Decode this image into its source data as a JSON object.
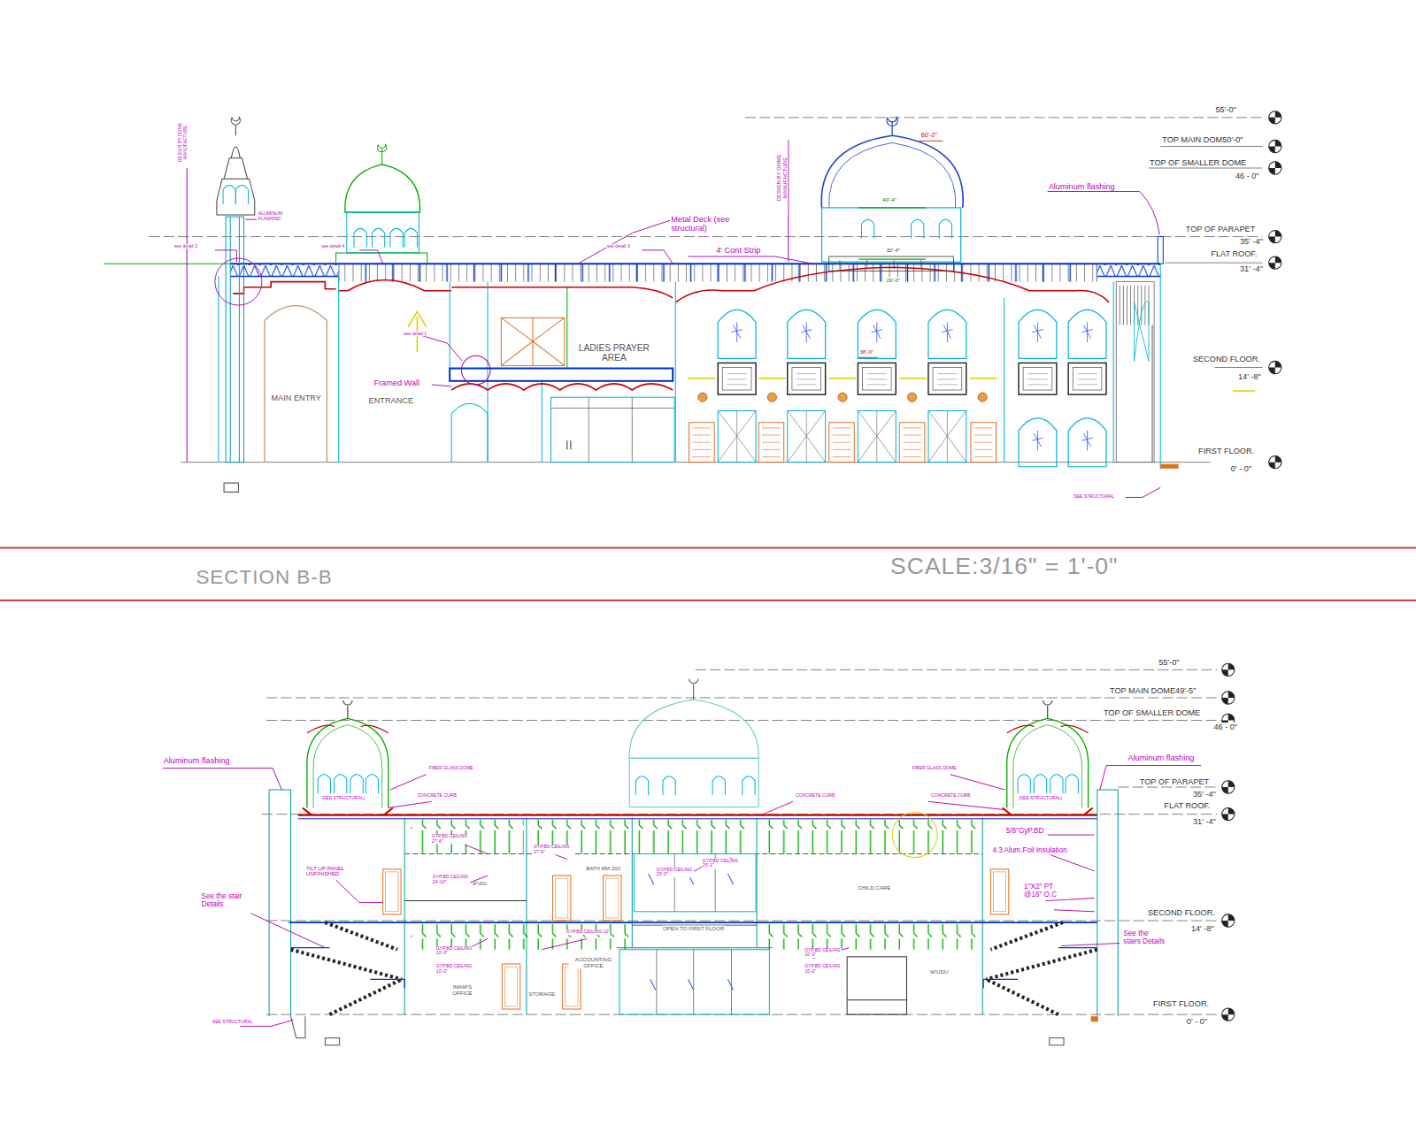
{
  "diagram": {
    "title": "SECTION B-B",
    "caption": "SCALE:3/16\" = 1'-0\"",
    "labels": [
      "55'-0\"",
      "TOP MAIN DOM50'-0\"",
      "TOP OF SMALLER DOME",
      "46 - 0\"",
      "TOP OF PARAPET",
      "35' -4\"",
      "FLAT ROOF.",
      "31' -4\"",
      "SECOND FLOOR.",
      "14' -8\"",
      "FIRST FLOOR.",
      "0' - 0\"",
      "Aluminum flashing",
      "Metal Deck (see structural)",
      "4' Cont Strip",
      "DESIGN BY DOME MANUFACTURE",
      "DESIGN BY DOME MANUFACTURE",
      "ALUMINUM FLASHING",
      "see detail 2",
      "see detail 4",
      "see detail 3",
      "see detail 1",
      "Framed Wall",
      "LADIES PRAYER AREA",
      "MAIN ENTRY",
      "ENTRANCE",
      "60'-0\"",
      "40'-4\"",
      "32'-4\"",
      "29'-0\"",
      "38'-0\"",
      "SEE STRUCTURAL",
      "55'-0\"",
      "TOP MAIN DOME49'-5\"",
      "TOP OF SMALLER DOME",
      "46 - 0\"",
      "TOP OF PARAPET",
      "35' -4\"",
      "FLAT ROOF.",
      "31' -4\"",
      "SECOND FLOOR.",
      "14' -8\"",
      "FIRST FLOOR.",
      "0' - 0\"",
      "Aluminum flashing",
      "Aluminum flashing",
      "FIBER GLASS DOME",
      "FIBER GLASS DOME",
      "(SEE STRUCTURAL)",
      "CONCRETE CURB",
      "CONCRETE CURB",
      "CONCRETE CURB",
      "(SEE STRUCTURAL)",
      "5/8\"GyP.BD",
      "4.3 Alum.Foil Insulation",
      "1\"X2\" PT @16\" O.C",
      "TILT UP PANEL UNFINISHED",
      "See the stair Details",
      "See the stairs Details",
      "SEE STRUCTURAL",
      "GYP.BD CEILING 27'-6\"",
      "GYP.BD CEILING 24'-10\"",
      "W'UDU",
      "GYP.BD CEILING 27'-6\"",
      "BATH RM 202",
      "GYP.BD CEILING 25'-0\"",
      "GYP.BD CEILING 25'-1\"",
      "CHILD CARE",
      "GYP.BD CEILING 10'",
      "OPEN TO FIRST FLOOR",
      "GYP.BD CEILING 10'-0\"",
      "GYP.BD CEILING 10'-0\"",
      "ACCOUNTING OFFICE",
      "IMAM'S OFFICE",
      "STORAGE",
      "GYP.BD CEILING 10'-0\"",
      "GYP.BD CEILING 10'-0\"",
      "W'UDU"
    ]
  }
}
